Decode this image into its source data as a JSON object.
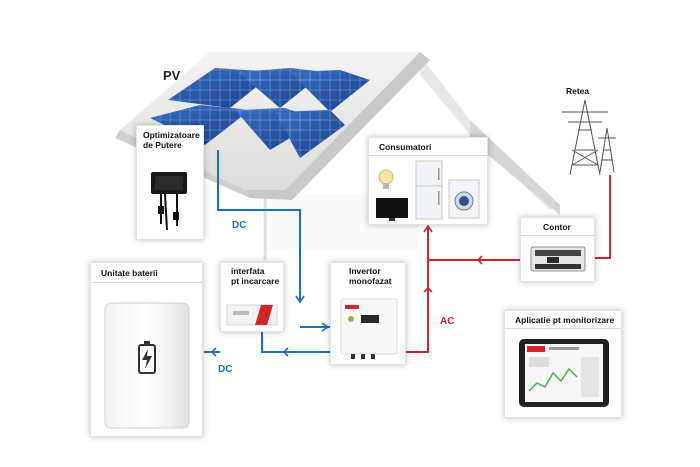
{
  "labels": {
    "pv": "PV",
    "retea": "Retea",
    "dc_top": "DC",
    "dc_bottom": "DC",
    "ac": "AC"
  },
  "cards": {
    "optimizatoare": {
      "line1": "Optimizatoare",
      "line2": "de Putere"
    },
    "consumatori": "Consumatori",
    "contor": "Contor",
    "unitate_baterii": "Unitate baterii",
    "interfata": {
      "line1": "interfata",
      "line2": "pt incarcare"
    },
    "invertor": {
      "line1": "Invertor",
      "line2": "monofazat"
    },
    "aplicatie": "Aplicatie pt monitorizare"
  },
  "colors": {
    "dc_line": "#1f6fbf",
    "ac_line": "#d0252a",
    "solar_panel": "#1f4f9e",
    "roof": "#eeeeee"
  }
}
